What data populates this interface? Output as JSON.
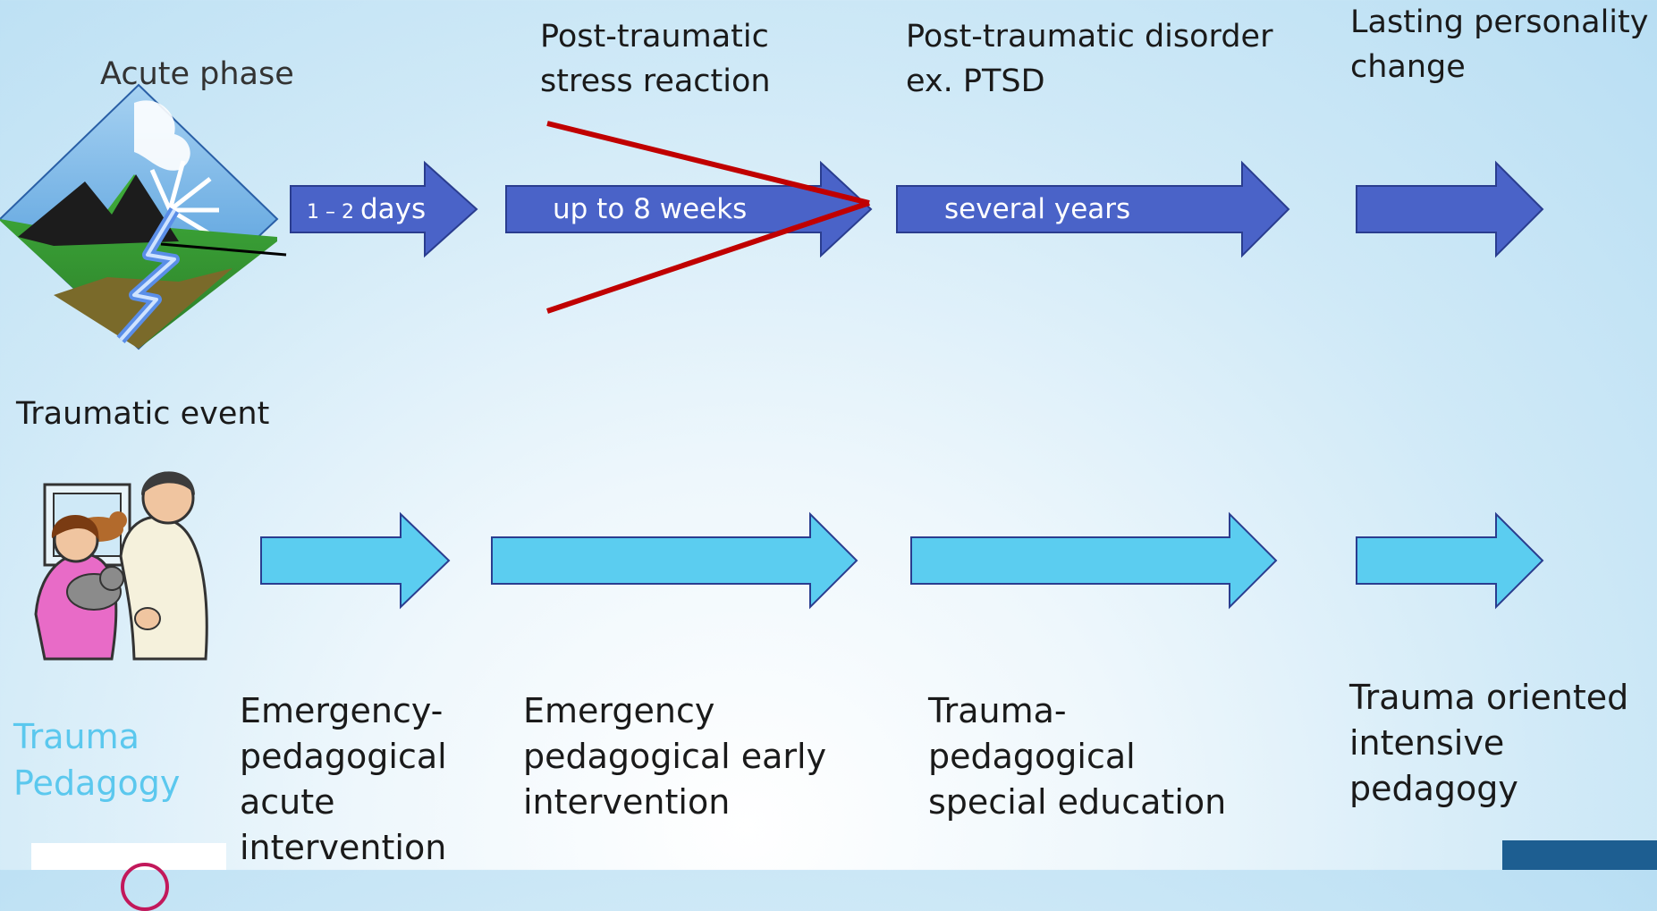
{
  "title_acute": "Acute phase",
  "event_label": "Traumatic event",
  "stages": [
    {
      "label": "Post-traumatic\nstress reaction"
    },
    {
      "label": "Post-traumatic disorder\nex. PTSD"
    },
    {
      "label": "Lasting personality\nchange"
    }
  ],
  "durations": [
    {
      "prefix": "1 – 2 ",
      "text": "days"
    },
    {
      "text": "up to 8 weeks"
    },
    {
      "text": "several years"
    }
  ],
  "pedagogy": {
    "label": "Trauma\nPedagogy",
    "color": "#5bc8ee",
    "items": [
      "Emergency-\npedagogical\nacute\nintervention",
      "Emergency\npedagogical early\nintervention",
      "Trauma-\npedagogical\nspecial education",
      "Trauma oriented\nintensive\npedagogy"
    ]
  },
  "colors": {
    "dark_arrow": "#4a63c8",
    "dark_arrow_stroke": "#2a3d8f",
    "light_arrow": "#5bcdf0",
    "light_arrow_stroke": "#2a3d8f",
    "red_line": "#c00000"
  }
}
